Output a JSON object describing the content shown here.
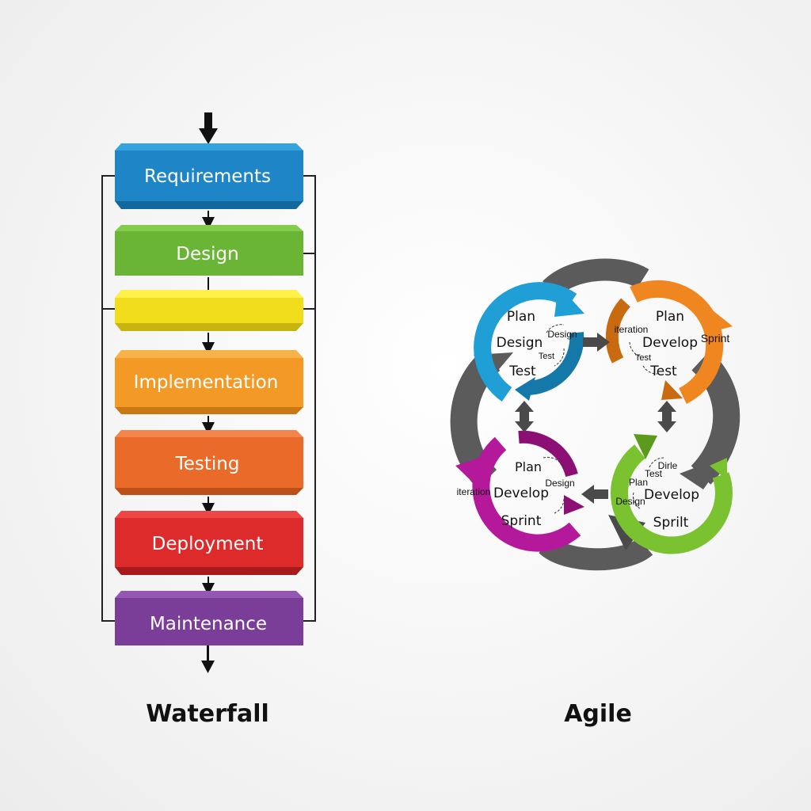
{
  "waterfall": {
    "caption": "Waterfall",
    "stages": [
      {
        "label": "Requirements",
        "color": "#1e86c6",
        "top": "#35a3de",
        "bottom": "#12679c"
      },
      {
        "label": "Design",
        "color": "#6ab536",
        "top": "#84cc4c",
        "bottom": "#4f8f26"
      },
      {
        "label": "",
        "color": "#f2dd1c",
        "top": "#fff04a",
        "bottom": "#c8b410"
      },
      {
        "label": "Implementation",
        "color": "#f39a26",
        "top": "#f8b24a",
        "bottom": "#c97812"
      },
      {
        "label": "Testing",
        "color": "#ea6a2a",
        "top": "#f4844a",
        "bottom": "#bd4f18"
      },
      {
        "label": "Deployment",
        "color": "#dd2a2a",
        "top": "#ec4646",
        "bottom": "#a81a1a"
      },
      {
        "label": "Maintenance",
        "color": "#7a3d98",
        "top": "#9457b3",
        "bottom": "#5a2a74"
      }
    ]
  },
  "agile": {
    "caption": "Agile",
    "colors": {
      "connector": "#5b5b5b",
      "arrow": "#4a4a4a"
    },
    "cycles": [
      {
        "color": "#1f9fd6",
        "dark": "#1478a8",
        "labels": [
          "Plan",
          "Design",
          "Test"
        ],
        "small": [
          "Design",
          "Test"
        ]
      },
      {
        "color": "#f0861f",
        "dark": "#c86a0f",
        "labels": [
          "Plan",
          "Develop",
          "Test"
        ],
        "small": [
          "iteration",
          "Sprint",
          "Test"
        ]
      },
      {
        "color": "#b5199b",
        "dark": "#8c0f76",
        "labels": [
          "Plan",
          "Develop",
          "Sprint"
        ],
        "small": [
          "Design",
          "iteration"
        ]
      },
      {
        "color": "#7ac230",
        "dark": "#5c9a1e",
        "labels": [
          "Develop",
          "Sprilt"
        ],
        "small": [
          "Dirle",
          "Test",
          "Plan",
          "Design"
        ]
      }
    ]
  }
}
